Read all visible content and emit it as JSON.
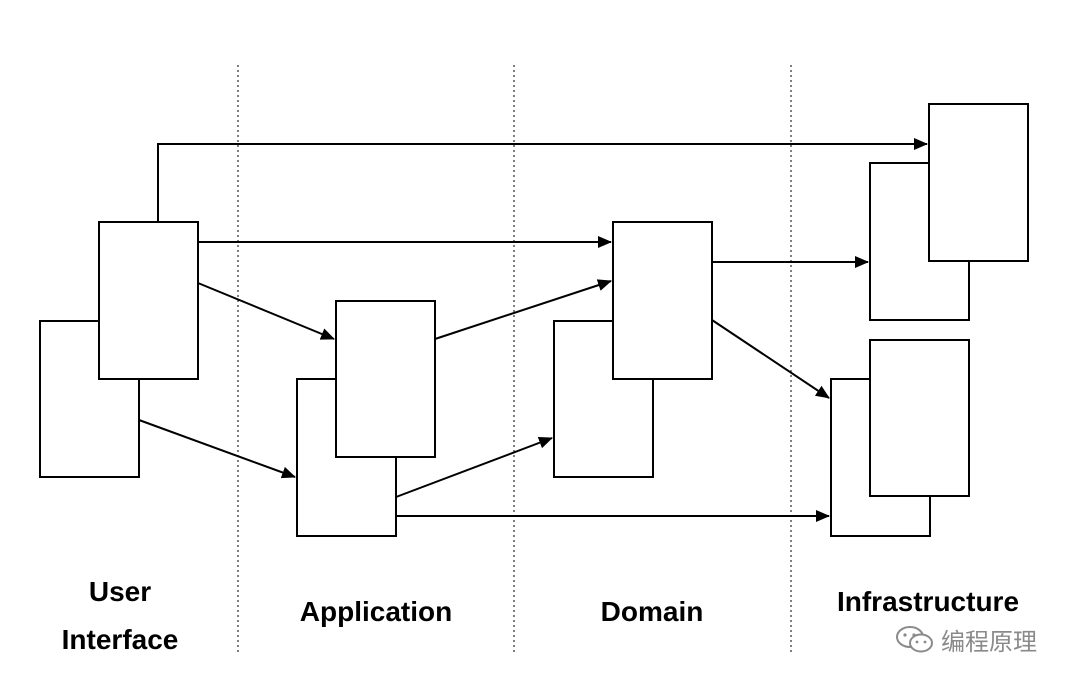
{
  "layers": [
    {
      "id": "ui",
      "label_lines": [
        "User",
        "Interface"
      ]
    },
    {
      "id": "app",
      "label_lines": [
        "Application"
      ]
    },
    {
      "id": "domain",
      "label_lines": [
        "Domain"
      ]
    },
    {
      "id": "infra",
      "label_lines": [
        "Infrastructure"
      ]
    }
  ],
  "watermark": {
    "icon": "wechat-icon",
    "text": "编程原理"
  },
  "colors": {
    "line": "#000000",
    "separator": "#555555",
    "background": "#ffffff",
    "watermark": "#8a8a8a"
  }
}
